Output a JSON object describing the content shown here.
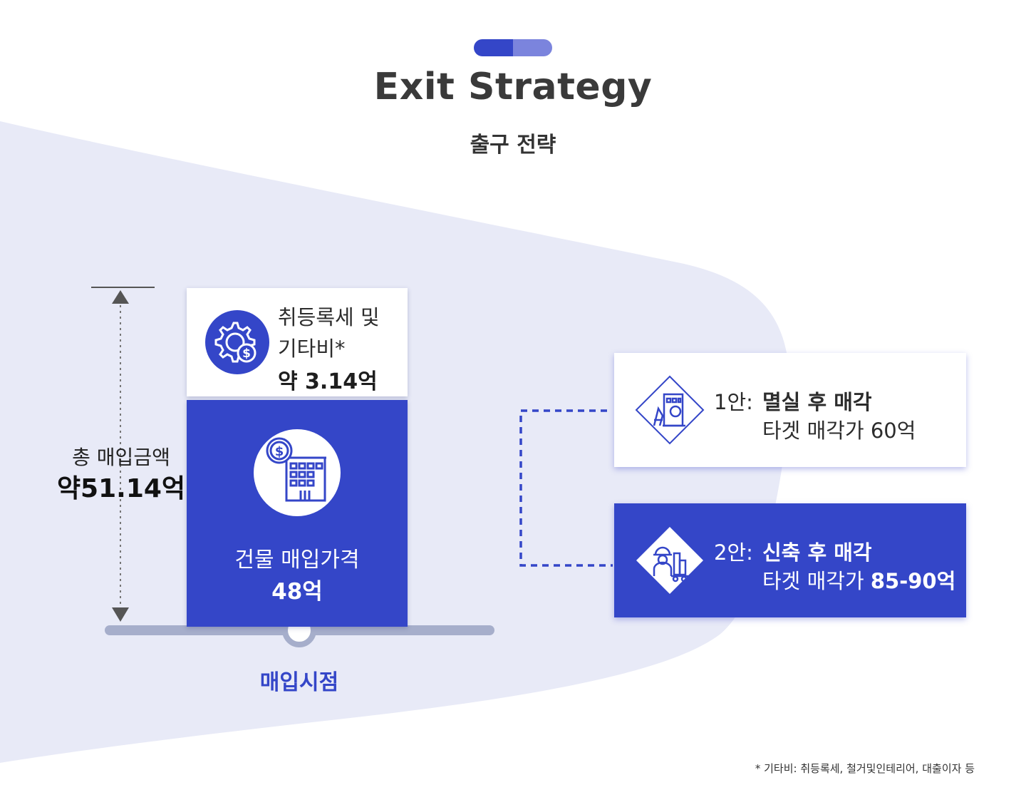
{
  "colors": {
    "primary": "#3446c8",
    "primary_light": "#7b84dd",
    "background_shape": "#e8eaf7",
    "timeline": "#a6aecb",
    "dark_text": "#2f2f2f"
  },
  "header": {
    "title": "Exit Strategy",
    "subtitle": "출구 전략"
  },
  "total": {
    "label": "총 매입금액",
    "value": "약51.14억"
  },
  "tax": {
    "icon": "gear-dollar-icon",
    "line1": "취등록세 및",
    "line2": "기타비*",
    "value": "약 3.14억"
  },
  "building": {
    "icon": "building-dollar-icon",
    "label": "건물 매입가격",
    "value": "48억"
  },
  "timeline": {
    "label": "매입시점"
  },
  "options": [
    {
      "prefix": "1안:",
      "title": "멸실 후 매각",
      "target_label": "타겟 매각가",
      "target_value": "60억",
      "icon": "demolition-icon"
    },
    {
      "prefix": "2안:",
      "title": "신축 후 매각",
      "target_label": "타겟 매각가",
      "target_value": "85-90억",
      "icon": "construction-worker-icon"
    }
  ],
  "footnote": "* 기타비: 취등록세, 철거및인테리어, 대출이자 등"
}
